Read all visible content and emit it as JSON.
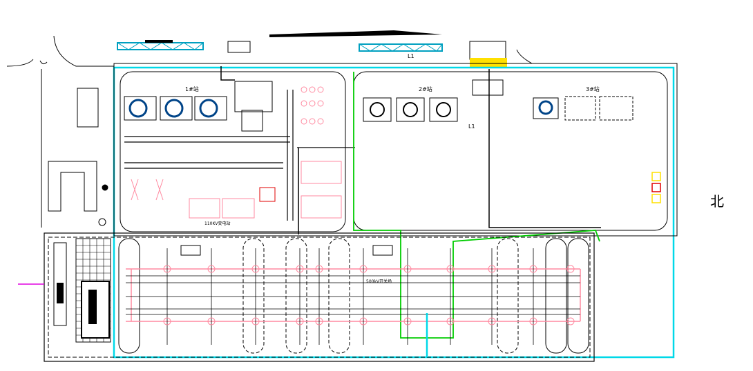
{
  "labels": {
    "zone1": "1#站",
    "zone2": "2#站",
    "zone3": "3#站",
    "line_110kv": "110KV变电站",
    "field_500": "500kV开关场",
    "l1a": "L1",
    "l1b": "L1",
    "north": "北"
  },
  "colors": {
    "cyan": "#00d8e8",
    "green": "#00cc00",
    "red": "#e00000",
    "pink": "#ff8aa0",
    "magenta": "#e000e0",
    "yellow": "#ffe000",
    "black": "#000000"
  }
}
